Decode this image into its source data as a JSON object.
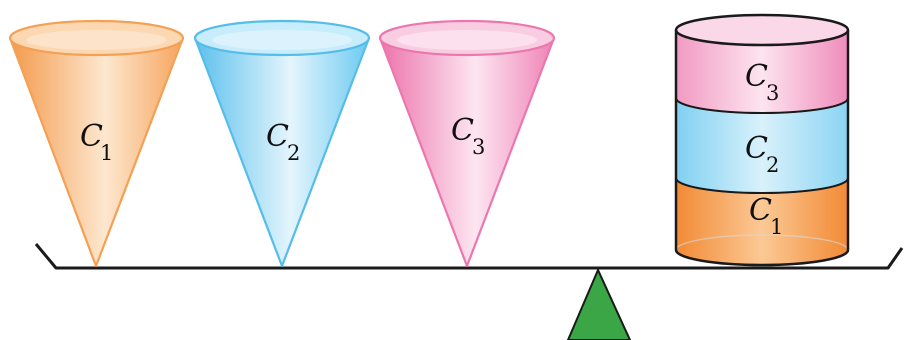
{
  "labels": {
    "cone1": {
      "letter": "C",
      "sub": "1"
    },
    "cone2": {
      "letter": "C",
      "sub": "2"
    },
    "cone3": {
      "letter": "C",
      "sub": "3"
    },
    "layer3": {
      "letter": "C",
      "sub": "3"
    },
    "layer2": {
      "letter": "C",
      "sub": "2"
    },
    "layer1": {
      "letter": "C",
      "sub": "1"
    }
  },
  "colors": {
    "orange": "#f7a55a",
    "orange_light": "#fde2c4",
    "blue": "#6cc8ef",
    "blue_light": "#d7f0fb",
    "pink": "#ef7eb4",
    "pink_light": "#fbdcea",
    "beam": "#1a1a1a",
    "fulcrum": "#3aa646"
  }
}
